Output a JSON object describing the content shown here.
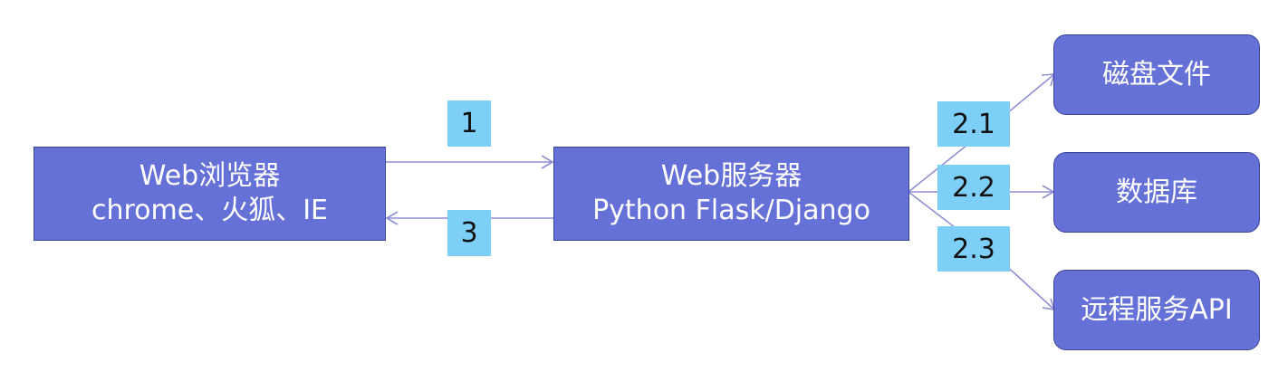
{
  "nodes": {
    "browser": {
      "line1": "Web浏览器",
      "line2": "chrome、火狐、IE"
    },
    "server": {
      "line1": "Web服务器",
      "line2": "Python Flask/Django"
    },
    "disk": {
      "label": "磁盘文件"
    },
    "database": {
      "label": "数据库"
    },
    "remote_api": {
      "label": "远程服务API"
    }
  },
  "steps": {
    "request": "1",
    "response": "3",
    "to_disk": "2.1",
    "to_database": "2.2",
    "to_remote_api": "2.3"
  },
  "colors": {
    "box_fill": "#6571d6",
    "box_border": "#3a4499",
    "step_fill": "#7ecff7",
    "arrow": "#8e8ed4"
  }
}
